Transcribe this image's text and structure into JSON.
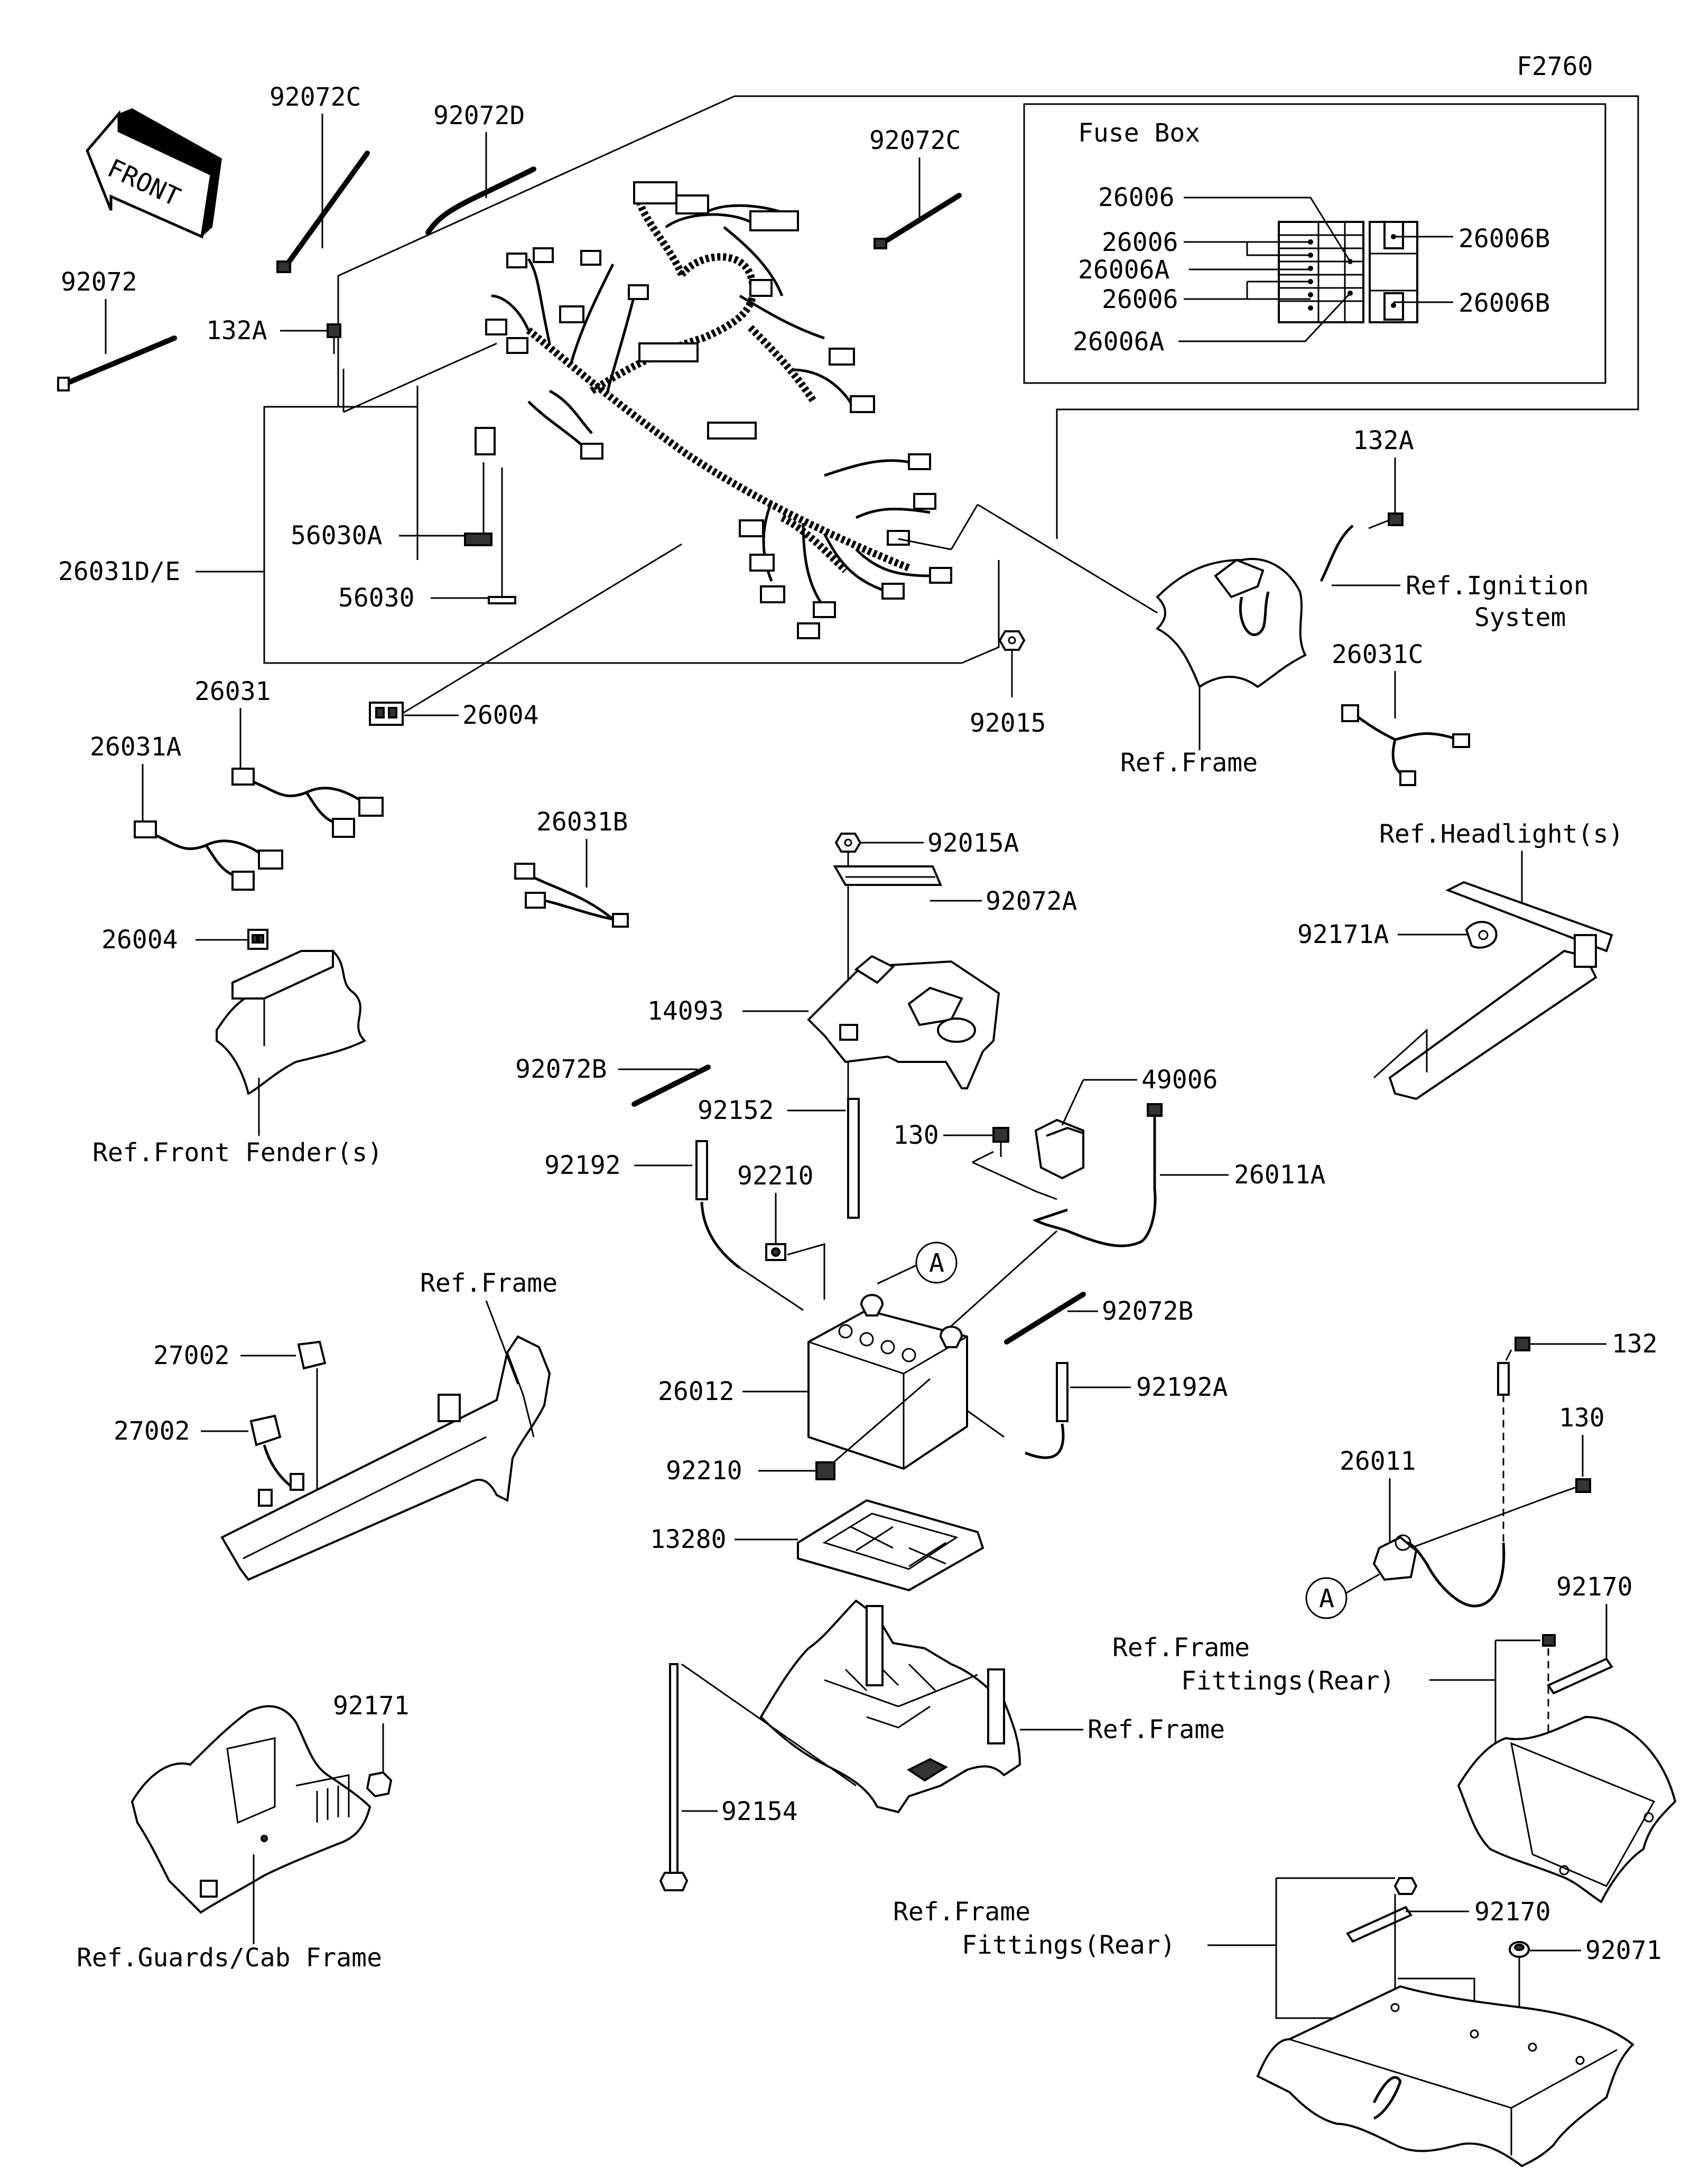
{
  "figure_code": "F2760",
  "front_arrow": "FRONT",
  "fuse_box": {
    "title": "Fuse Box",
    "labels": [
      "26006",
      "26006",
      "26006A",
      "26006",
      "26006A",
      "26006B",
      "26006B"
    ]
  },
  "parts": {
    "p92072C_a": "92072C",
    "p92072D": "92072D",
    "p92072C_b": "92072C",
    "p92072": "92072",
    "p132A_a": "132A",
    "p132A_b": "132A",
    "p26031DE": "26031D/E",
    "p56030A": "56030A",
    "p56030": "56030",
    "p26004_a": "26004",
    "p92015": "92015",
    "p26031C": "26031C",
    "p26031": "26031",
    "p26031A": "26031A",
    "p26031B": "26031B",
    "p92015A": "92015A",
    "p92072A": "92072A",
    "p26004_b": "26004",
    "p92171A": "92171A",
    "p14093": "14093",
    "p92072B_a": "92072B",
    "p49006": "49006",
    "p92152": "92152",
    "p130_a": "130",
    "p92192": "92192",
    "p92210_a": "92210",
    "p26011A": "26011A",
    "pA_a": "A",
    "p92072B_b": "92072B",
    "p27002_a": "27002",
    "p27002_b": "27002",
    "p26012": "26012",
    "p92192A": "92192A",
    "p132": "132",
    "p130_b": "130",
    "p92210_b": "92210",
    "p26011": "26011",
    "p13280": "13280",
    "pA_b": "A",
    "p92170_a": "92170",
    "p92171": "92171",
    "p92154": "92154",
    "p92170_b": "92170",
    "p92071": "92071"
  },
  "refs": {
    "ignition_1": "Ref.Ignition",
    "ignition_2": "System",
    "frame_1": "Ref.Frame",
    "headlights": "Ref.Headlight(s)",
    "front_fender": "Ref.Front Fender(s)",
    "frame_2": "Ref.Frame",
    "frame_3": "Ref.Frame",
    "frame_fit_a1": "Ref.Frame",
    "frame_fit_a2": "Fittings(Rear)",
    "frame_fit_b1": "Ref.Frame",
    "frame_fit_b2": "Fittings(Rear)",
    "guards": "Ref.Guards/Cab Frame"
  }
}
